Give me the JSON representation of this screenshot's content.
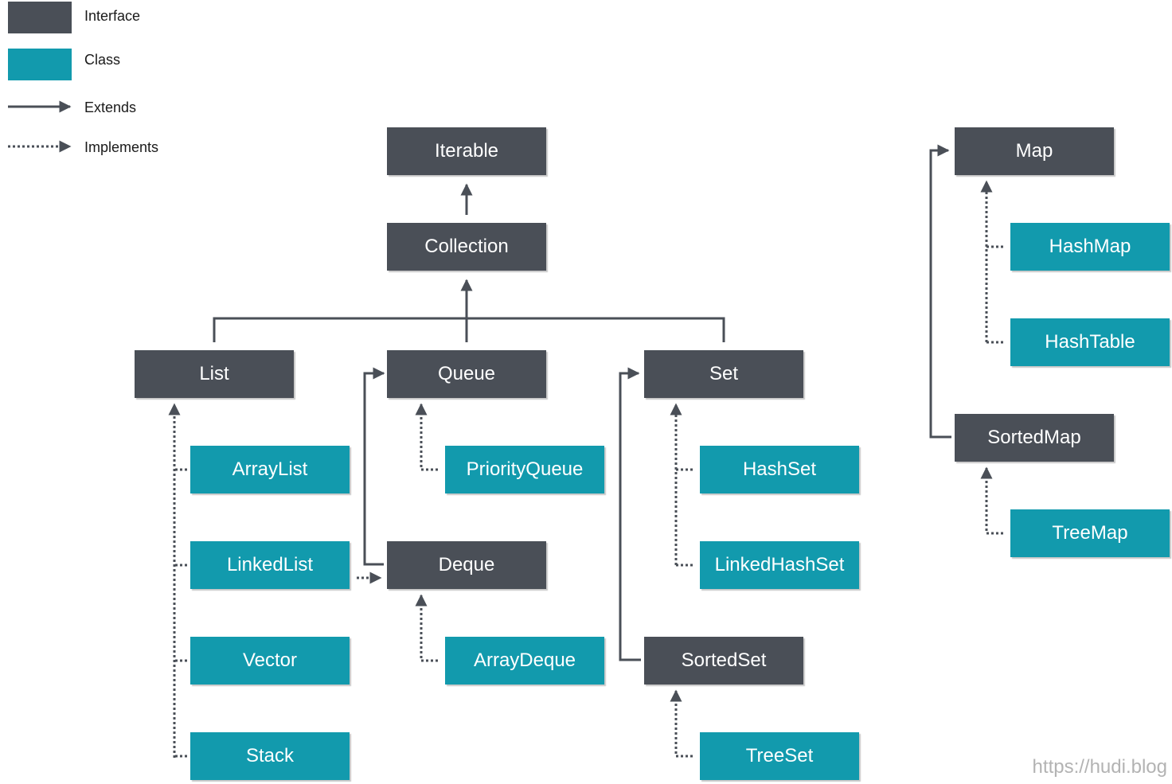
{
  "legend": {
    "interface_label": "Interface",
    "class_label": "Class",
    "extends_label": "Extends",
    "implements_label": "Implements"
  },
  "colors": {
    "interface": "#4a4f57",
    "class": "#129aad",
    "connector": "#4a4f57",
    "watermark": "#b3b3b3"
  },
  "nodes": {
    "iterable": "Iterable",
    "collection": "Collection",
    "list": "List",
    "queue": "Queue",
    "set": "Set",
    "map": "Map",
    "arraylist": "ArrayList",
    "linkedlist": "LinkedList",
    "vector": "Vector",
    "stack": "Stack",
    "priorityqueue": "PriorityQueue",
    "deque": "Deque",
    "arraydeque": "ArrayDeque",
    "hashset": "HashSet",
    "linkedhashset": "LinkedHashSet",
    "sortedset": "SortedSet",
    "treeset": "TreeSet",
    "hashmap": "HashMap",
    "hashtable": "HashTable",
    "sortedmap": "SortedMap",
    "treemap": "TreeMap"
  },
  "relations": [
    {
      "from": "collection",
      "to": "iterable",
      "type": "extends"
    },
    {
      "from": "list",
      "to": "collection",
      "type": "extends"
    },
    {
      "from": "queue",
      "to": "collection",
      "type": "extends"
    },
    {
      "from": "set",
      "to": "collection",
      "type": "extends"
    },
    {
      "from": "deque",
      "to": "queue",
      "type": "extends"
    },
    {
      "from": "sortedset",
      "to": "set",
      "type": "extends"
    },
    {
      "from": "sortedmap",
      "to": "map",
      "type": "extends"
    },
    {
      "from": "arraylist",
      "to": "list",
      "type": "implements"
    },
    {
      "from": "linkedlist",
      "to": "list",
      "type": "implements"
    },
    {
      "from": "vector",
      "to": "list",
      "type": "implements"
    },
    {
      "from": "stack",
      "to": "list",
      "type": "implements"
    },
    {
      "from": "linkedlist",
      "to": "deque",
      "type": "implements"
    },
    {
      "from": "priorityqueue",
      "to": "queue",
      "type": "implements"
    },
    {
      "from": "arraydeque",
      "to": "deque",
      "type": "implements"
    },
    {
      "from": "hashset",
      "to": "set",
      "type": "implements"
    },
    {
      "from": "linkedhashset",
      "to": "set",
      "type": "implements"
    },
    {
      "from": "treeset",
      "to": "sortedset",
      "type": "implements"
    },
    {
      "from": "hashmap",
      "to": "map",
      "type": "implements"
    },
    {
      "from": "hashtable",
      "to": "map",
      "type": "implements"
    },
    {
      "from": "treemap",
      "to": "sortedmap",
      "type": "implements"
    }
  ],
  "watermark": "https://hudi.blog"
}
